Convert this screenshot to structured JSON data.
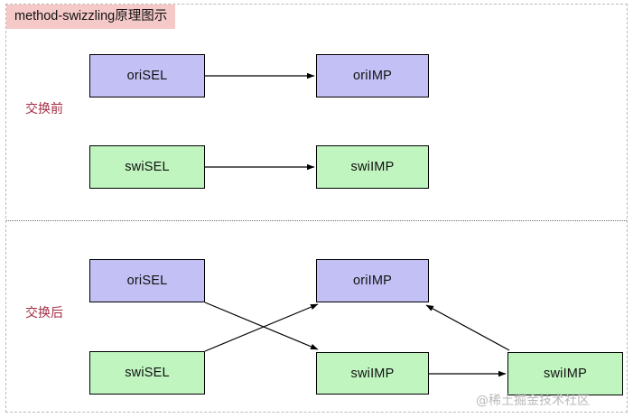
{
  "diagram": {
    "title": "method-swizzling原理图示",
    "title_bg": "#f6c9c9",
    "watermark": "@稀土掘金技术社区",
    "colors": {
      "selector_box": "#c3c0f5",
      "implementation_box": "#c0f5c0",
      "stroke": "#000000",
      "label": "#a32d45",
      "frame": "#b9b9b9"
    },
    "panels": [
      {
        "label": "交换前",
        "nodes": [
          {
            "id": "before-ori-sel",
            "text": "oriSEL",
            "kind": "selector"
          },
          {
            "id": "before-ori-imp",
            "text": "oriIMP",
            "kind": "implementation"
          },
          {
            "id": "before-swi-sel",
            "text": "swiSEL",
            "kind": "selector"
          },
          {
            "id": "before-swi-imp",
            "text": "swiIMP",
            "kind": "implementation"
          }
        ],
        "edges": [
          {
            "from": "before-ori-sel",
            "to": "before-ori-imp"
          },
          {
            "from": "before-swi-sel",
            "to": "before-swi-imp"
          }
        ]
      },
      {
        "label": "交换后",
        "nodes": [
          {
            "id": "after-ori-sel",
            "text": "oriSEL",
            "kind": "selector"
          },
          {
            "id": "after-ori-imp",
            "text": "oriIMP",
            "kind": "implementation"
          },
          {
            "id": "after-swi-sel",
            "text": "swiSEL",
            "kind": "selector"
          },
          {
            "id": "after-swi-imp-mid",
            "text": "swiIMP",
            "kind": "implementation"
          },
          {
            "id": "after-swi-imp-right",
            "text": "swiIMP",
            "kind": "implementation"
          }
        ],
        "edges": [
          {
            "from": "after-ori-sel",
            "to": "after-swi-imp-mid"
          },
          {
            "from": "after-swi-sel",
            "to": "after-ori-imp"
          },
          {
            "from": "after-swi-imp-mid",
            "to": "after-swi-imp-right"
          },
          {
            "from": "after-swi-imp-right",
            "to": "after-ori-imp"
          }
        ]
      }
    ]
  }
}
